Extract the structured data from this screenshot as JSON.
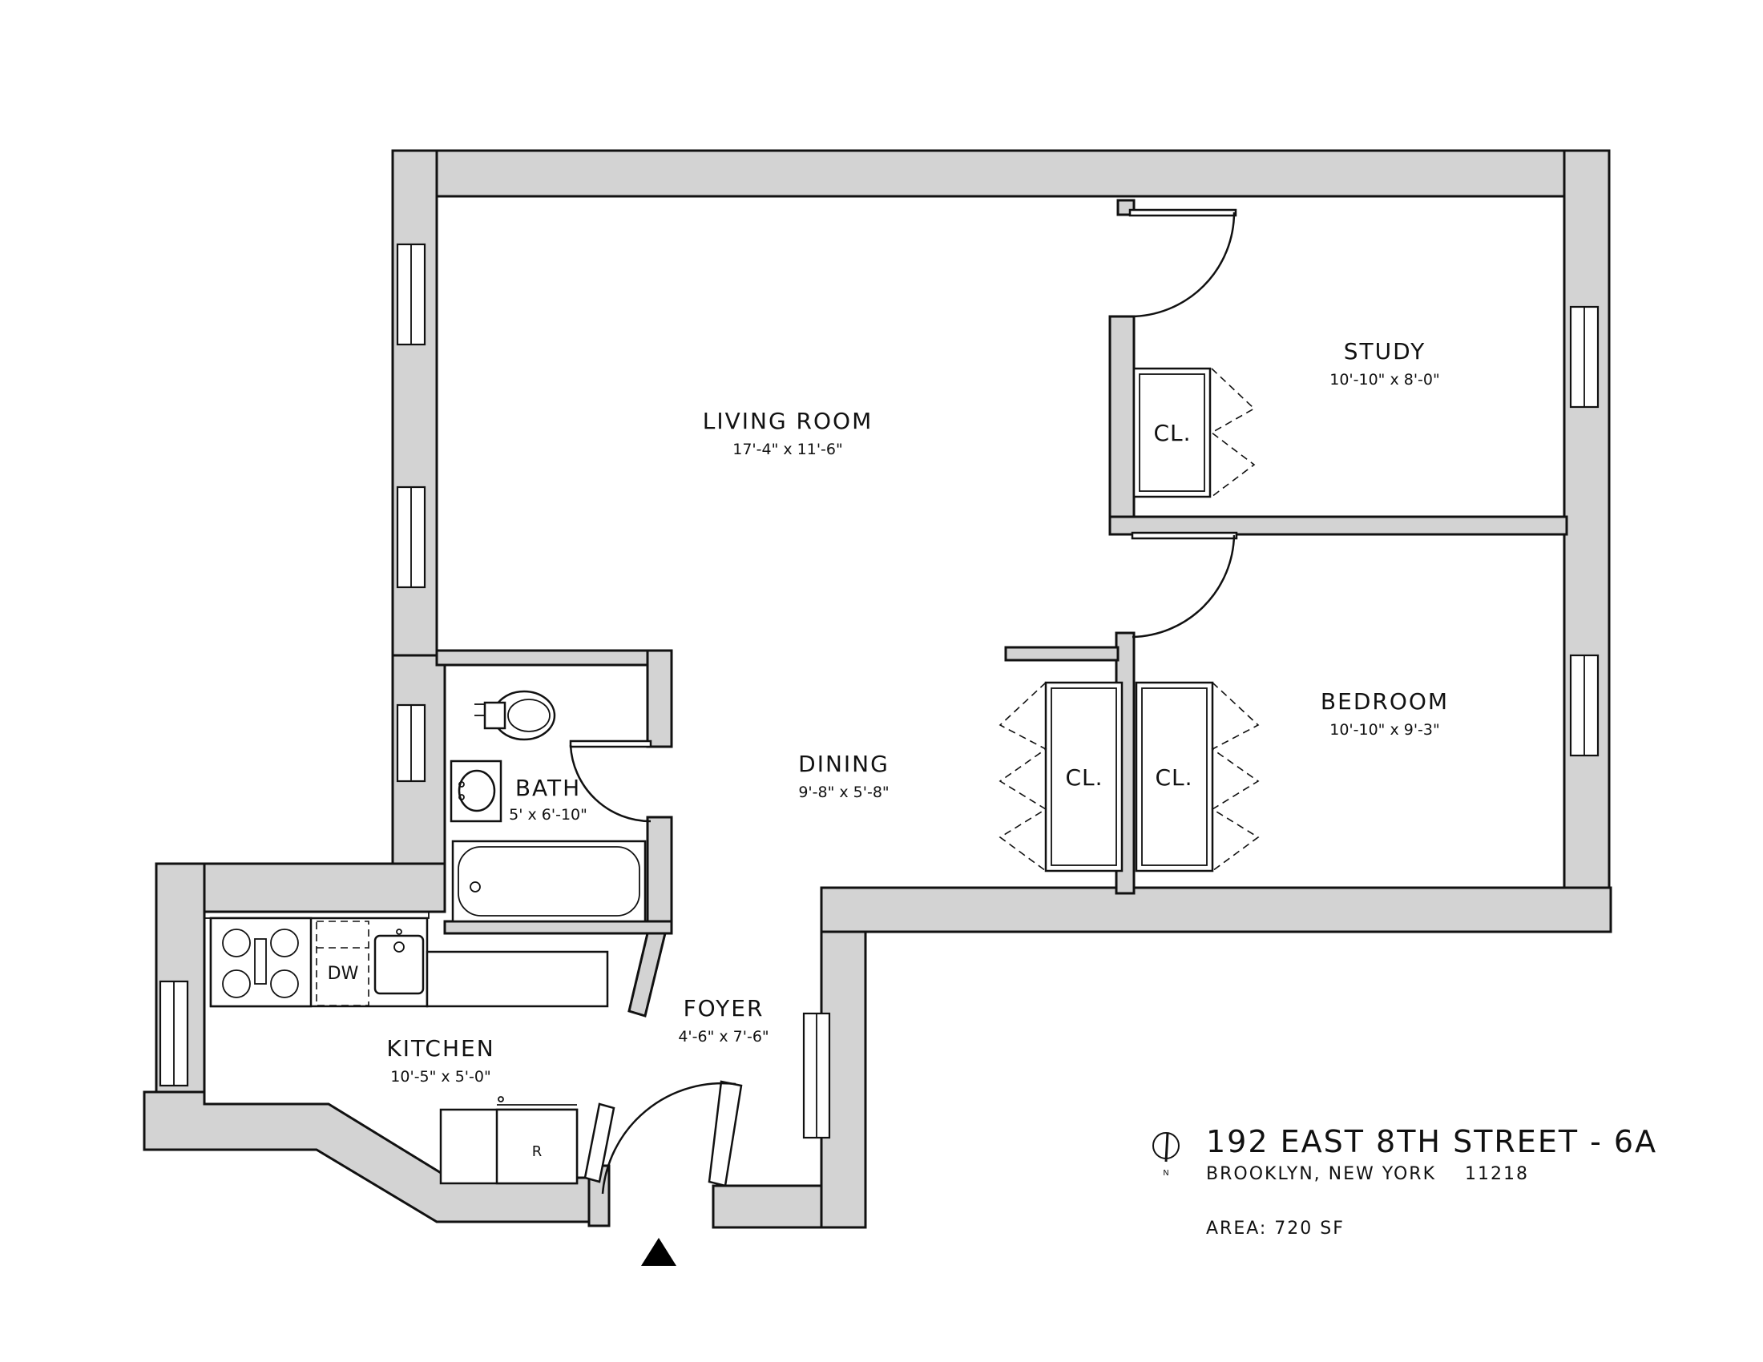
{
  "rooms": {
    "living": {
      "name": "LIVING ROOM",
      "size": "17'-4\" x 11'-6\""
    },
    "study": {
      "name": "STUDY",
      "size": "10'-10\" x 8'-0\""
    },
    "bedroom": {
      "name": "BEDROOM",
      "size": "10'-10\" x 9'-3\""
    },
    "dining": {
      "name": "DINING",
      "size": "9'-8\" x 5'-8\""
    },
    "bath": {
      "name": "BATH",
      "size": "5' x 6'-10\""
    },
    "foyer": {
      "name": "FOYER",
      "size": "4'-6\" x 7'-6\""
    },
    "kitchen": {
      "name": "KITCHEN",
      "size": "10'-5\" x 5'-0\""
    }
  },
  "fixtures": {
    "closet": "CL.",
    "dishwasher": "DW",
    "refrigerator": "R"
  },
  "compass": {
    "north": "N"
  },
  "address": {
    "line1": "192 EAST 8TH STREET - 6A",
    "line2": "BROOKLYN, NEW YORK    11218",
    "area": "AREA: 720 SF"
  }
}
